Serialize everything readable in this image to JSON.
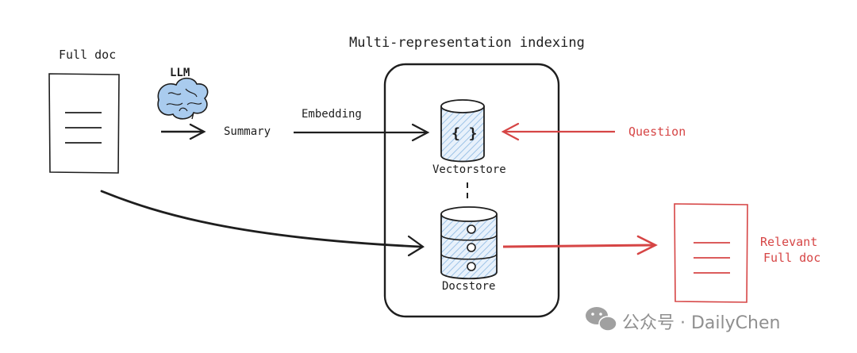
{
  "diagram": {
    "title": "Multi-representation indexing",
    "full_doc_label": "Full doc",
    "llm_label": "LLM",
    "summary_label": "Summary",
    "embedding_label": "Embedding",
    "vectorstore_label": "Vectorstore",
    "vectorstore_symbol": "{ }",
    "docstore_label": "Docstore",
    "question_label": "Question",
    "relevant_line1": "Relevant",
    "relevant_line2": "Full doc",
    "colors": {
      "ink": "#1e1e1e",
      "red": "#d64545",
      "fill_blue": "#bcd6ef"
    }
  },
  "watermark": {
    "text": "公众号 · DailyChen",
    "icon": "wechat-icon"
  }
}
